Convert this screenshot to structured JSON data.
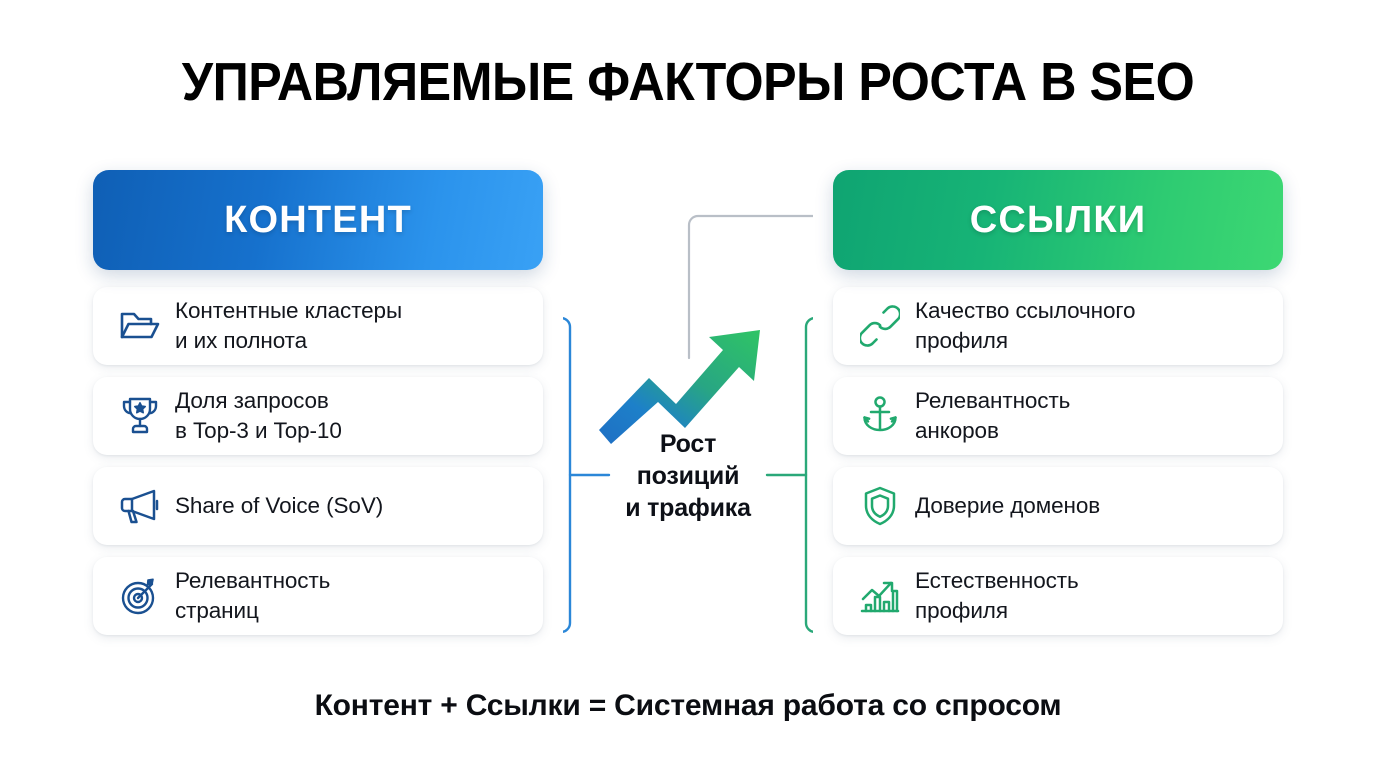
{
  "title": "УПРАВЛЯЕМЫЕ ФАКТОРЫ РОСТА В SEO",
  "footer": "Контент + Ссылки = Системная работа со спросом",
  "colors": {
    "blue_dark": "#0f5fb5",
    "blue_light": "#39a1f5",
    "green_dark": "#0fa472",
    "green_light": "#3dd873",
    "icon_blue": "#1a5091",
    "icon_green": "#21a96e",
    "connector_blue": "#2b87d8",
    "connector_green": "#2aa879",
    "connector_grey": "#b9bfc7",
    "text_dark": "#13161d",
    "card_bg": "#ffffff",
    "page_bg": "#ffffff"
  },
  "columns": {
    "left": {
      "header": "КОНТЕНТ",
      "header_style": "blue",
      "items": [
        {
          "icon": "folder-open-icon",
          "label": "Контентные кластеры\nи их полнота"
        },
        {
          "icon": "trophy-icon",
          "label": "Доля запросов\nв Top-3 и Top-10"
        },
        {
          "icon": "megaphone-icon",
          "label": "Share of Voice (SoV)"
        },
        {
          "icon": "target-icon",
          "label": "Релевантность\nстраниц"
        }
      ]
    },
    "right": {
      "header": "ССЫЛКИ",
      "header_style": "green",
      "items": [
        {
          "icon": "link-chain-icon",
          "label": "Качество ссылочного\nпрофиля"
        },
        {
          "icon": "anchor-icon",
          "label": "Релевантность\nанкоров"
        },
        {
          "icon": "shield-icon",
          "label": "Доверие доменов"
        },
        {
          "icon": "growth-chart-icon",
          "label": "Естественность\nпрофиля"
        }
      ]
    }
  },
  "center": {
    "icon": "growth-arrow-icon",
    "caption": "Рост\nпозиций\nи трафика"
  }
}
